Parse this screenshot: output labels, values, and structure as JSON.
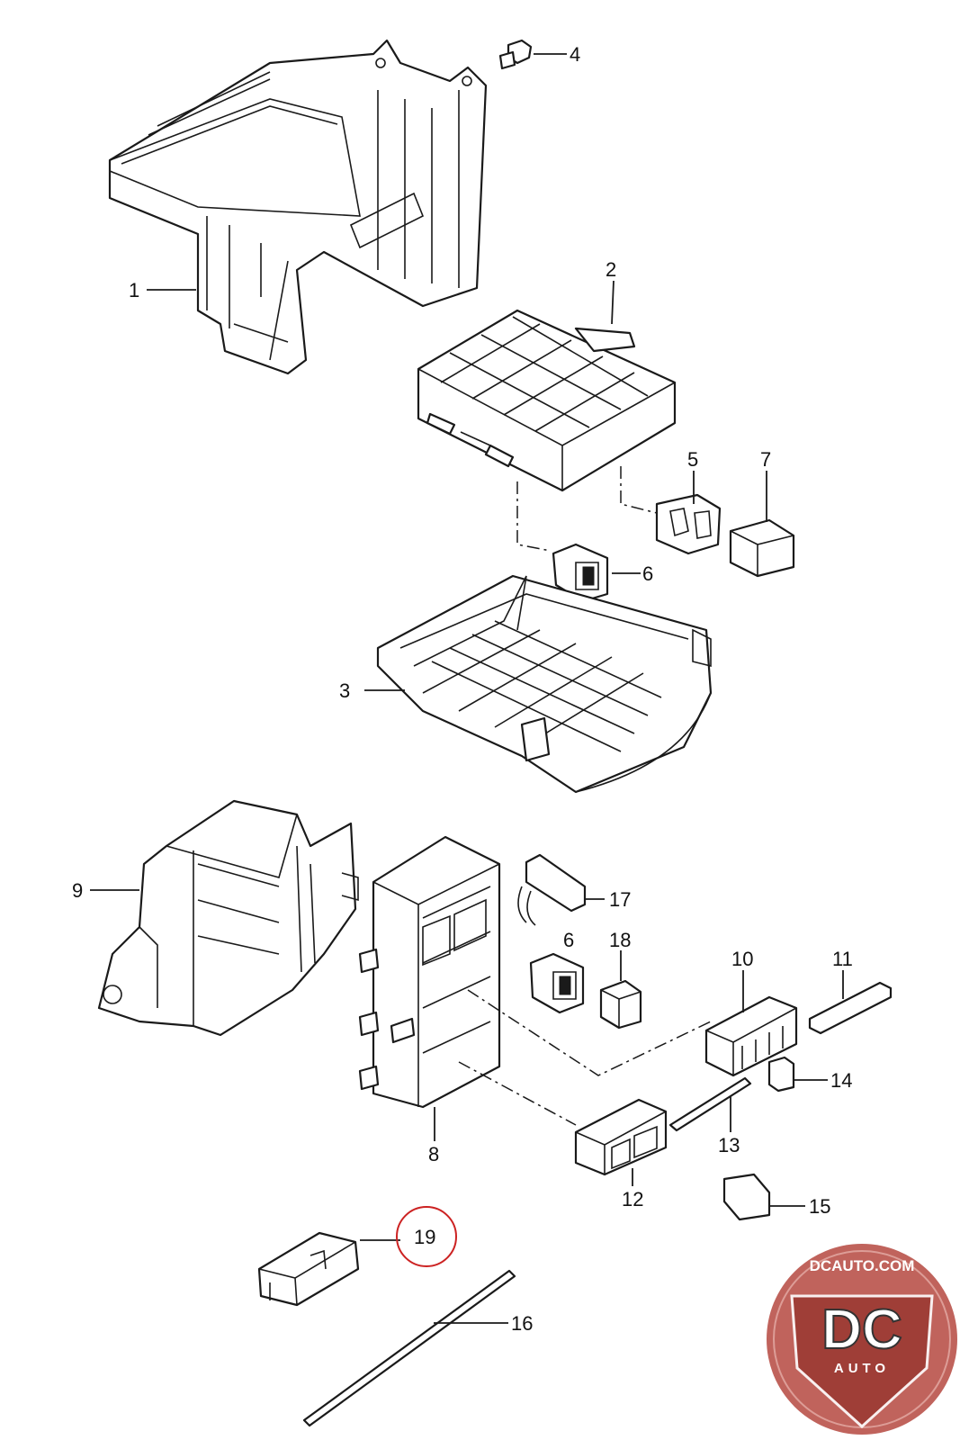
{
  "callouts": {
    "p1": "1",
    "p2": "2",
    "p3": "3",
    "p4": "4",
    "p5": "5",
    "p6a": "6",
    "p6b": "6",
    "p7": "7",
    "p8": "8",
    "p9": "9",
    "p10": "10",
    "p11": "11",
    "p12": "12",
    "p13": "13",
    "p14": "14",
    "p15": "15",
    "p16": "16",
    "p17": "17",
    "p18": "18",
    "p19": "19"
  },
  "highlight": {
    "part": "19",
    "color": "#cc2222"
  },
  "watermark": {
    "top_text": "DCAUTO.COM",
    "monogram": "DC",
    "bottom_text": "AUTO",
    "color": "#b5483f"
  },
  "colors": {
    "line": "#1a1a1a",
    "background": "#ffffff"
  }
}
